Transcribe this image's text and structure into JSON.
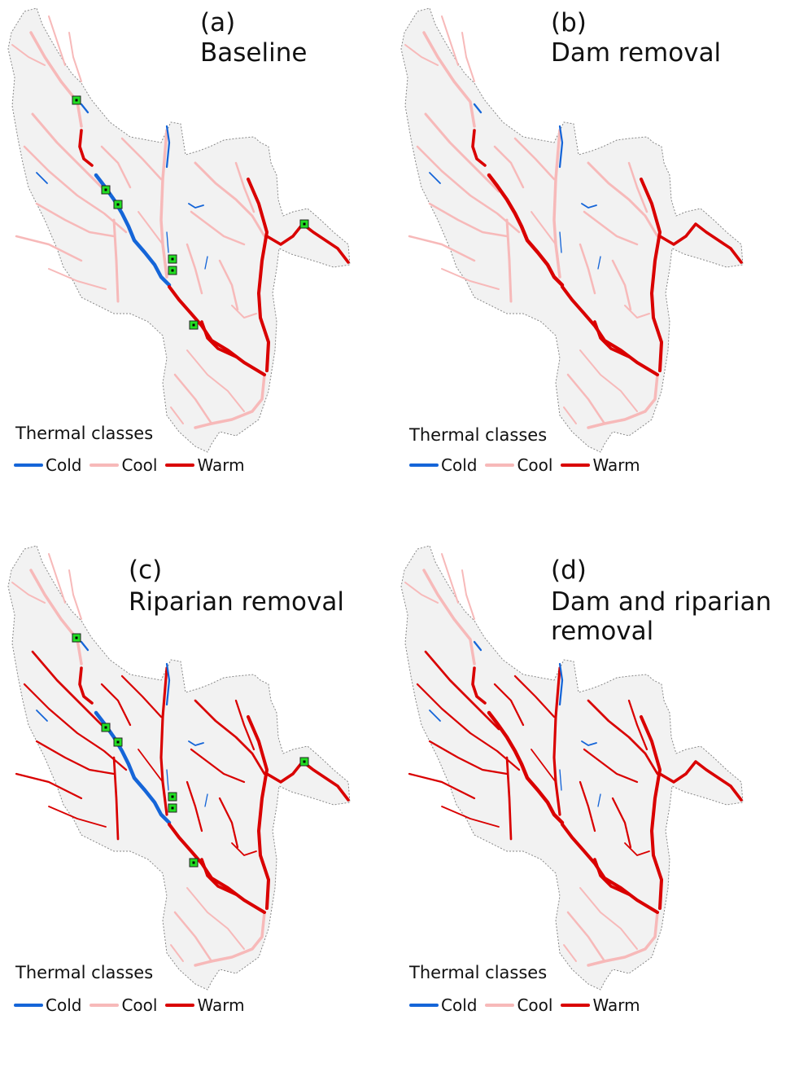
{
  "figure": {
    "legend_title": "Thermal classes",
    "classes": [
      {
        "key": "cold",
        "label": "Cold",
        "color": "#1565d8"
      },
      {
        "key": "cool",
        "label": "Cool",
        "color": "#f7b9b9"
      },
      {
        "key": "warm",
        "label": "Warm",
        "color": "#d90000"
      }
    ],
    "watershed_fill": "#f2f2f2",
    "site_marker_color": "#22dd22"
  },
  "panels": [
    {
      "id": "a",
      "label": "(a)",
      "title": "Baseline",
      "show_sites": true,
      "scenario": {
        "main_upper": "warm",
        "main_mid": "cold",
        "main_lower": "warm",
        "east_trunk": "warm",
        "east_arm": "warm",
        "south_loop": "warm",
        "tributaries": "cool",
        "headwaters": "cool",
        "small_cold": "cold"
      }
    },
    {
      "id": "b",
      "label": "(b)",
      "title": "Dam removal",
      "show_sites": false,
      "scenario": {
        "main_upper": "warm",
        "main_mid": "warm",
        "main_lower": "warm",
        "east_trunk": "warm",
        "east_arm": "warm",
        "south_loop": "warm",
        "tributaries": "cool",
        "headwaters": "cool",
        "small_cold": "cold"
      }
    },
    {
      "id": "c",
      "label": "(c)",
      "title": "Riparian removal",
      "show_sites": true,
      "scenario": {
        "main_upper": "warm",
        "main_mid": "cold",
        "main_lower": "warm",
        "east_trunk": "warm",
        "east_arm": "warm",
        "south_loop": "warm",
        "tributaries": "warm",
        "headwaters": "cool",
        "small_cold": "cold"
      }
    },
    {
      "id": "d",
      "label": "(d)",
      "title": "Dam and riparian\nremoval",
      "show_sites": false,
      "scenario": {
        "main_upper": "warm",
        "main_mid": "warm",
        "main_lower": "warm",
        "east_trunk": "warm",
        "east_arm": "warm",
        "south_loop": "warm",
        "tributaries": "warm",
        "headwaters": "cool",
        "small_cold": "cold"
      }
    }
  ]
}
